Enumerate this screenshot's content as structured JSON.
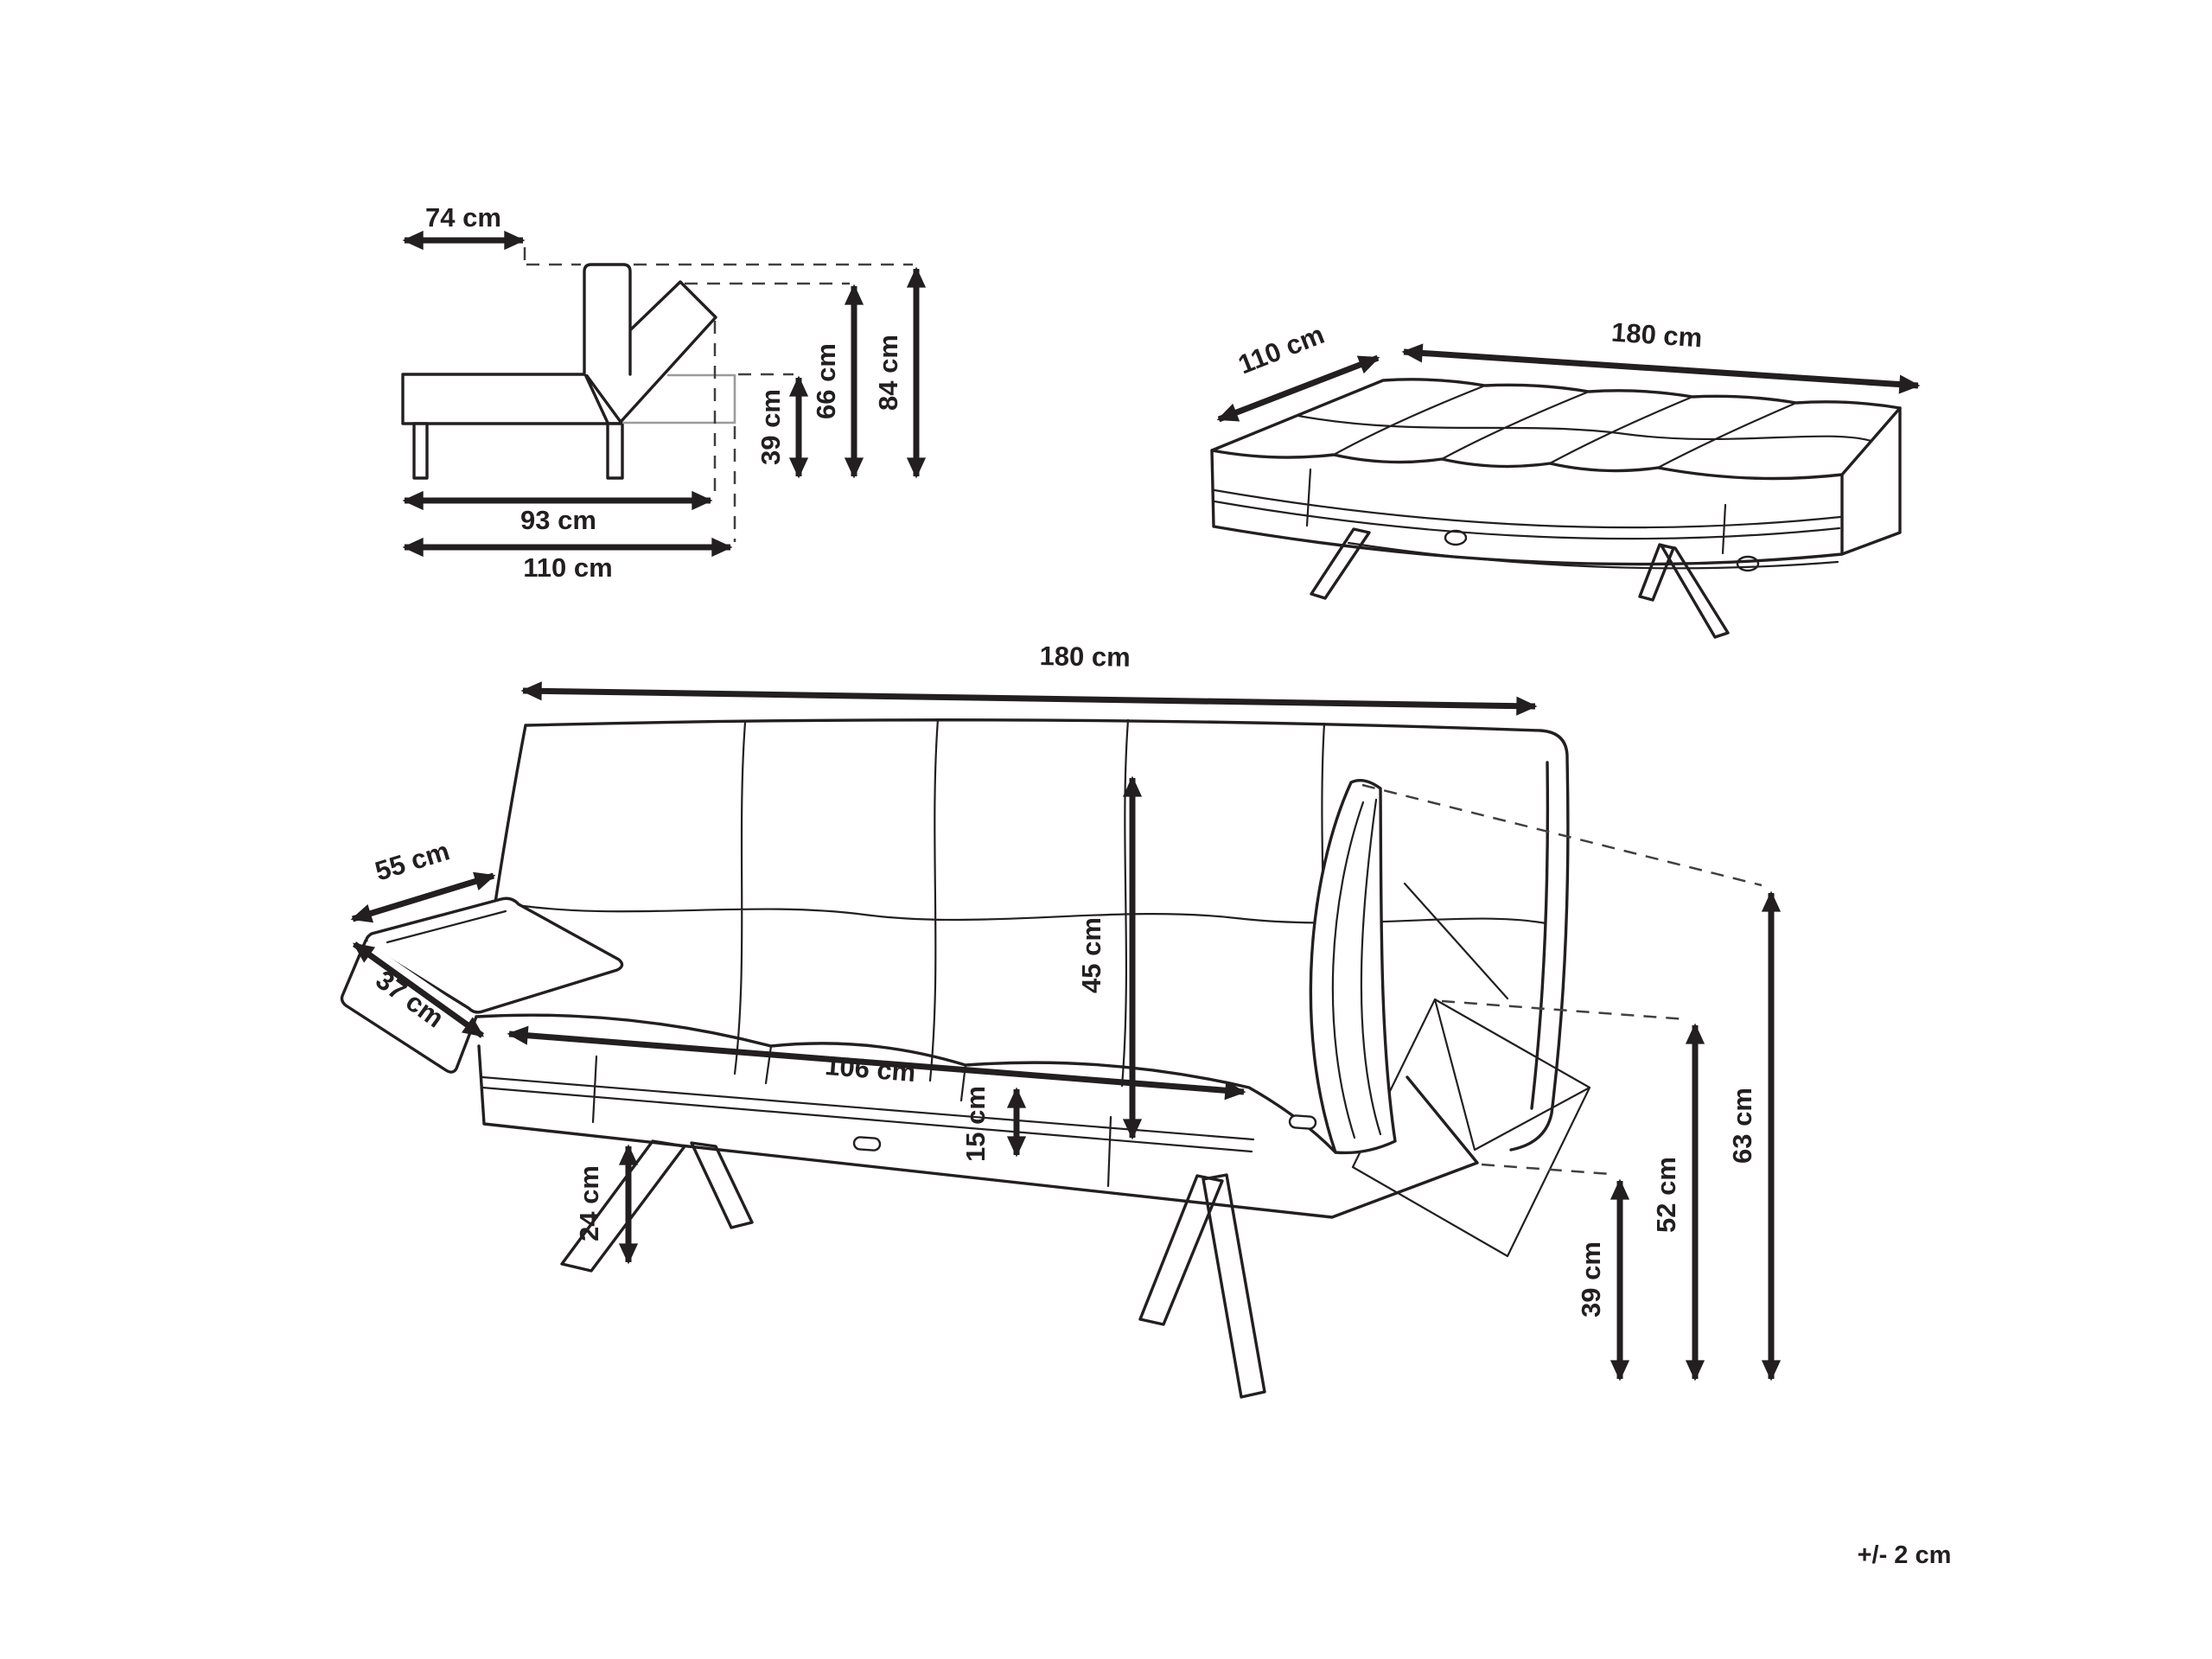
{
  "colors": {
    "line": "#231f20",
    "hidden_line": "#9b9b9b",
    "dashed_line": "#404040",
    "background": "#ffffff"
  },
  "side_view": {
    "top_width": "74 cm",
    "seat_depth": "93 cm",
    "total_depth": "110 cm",
    "seat_height": "39 cm",
    "backrest_top_height": "66 cm",
    "armrest_top_height": "84 cm"
  },
  "bed_view": {
    "width": "110 cm",
    "length": "180 cm"
  },
  "front_view": {
    "total_width": "180 cm",
    "armrest_length": "55 cm",
    "armrest_width": "37 cm",
    "backrest_height": "45 cm",
    "seat_width": "106 cm",
    "frame_height": "15 cm",
    "leg_height": "24 cm",
    "seat_height": "39 cm",
    "armrest_mid_height": "52 cm",
    "armrest_top_height": "63 cm"
  },
  "tolerance_note": "+/- 2 cm"
}
